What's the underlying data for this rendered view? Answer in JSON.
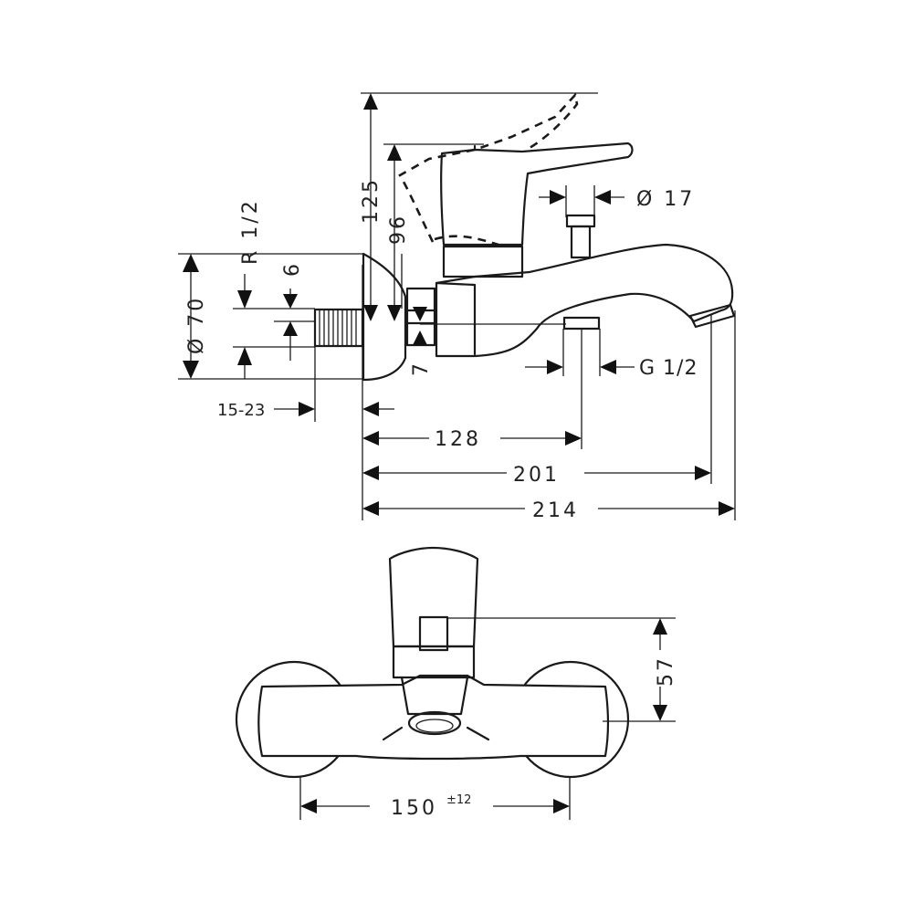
{
  "side_view": {
    "dims": {
      "height_lever_up": "125",
      "height_lever": "96",
      "diam_17": "Ø 17",
      "thread_r": "R 1/2",
      "dim_6": "6",
      "diam_70": "Ø 70",
      "dim_7": "7",
      "range_15_23": "15-23",
      "g_half": "G 1/2",
      "len_128": "128",
      "len_201": "201",
      "len_214": "214"
    }
  },
  "front_view": {
    "dims": {
      "height_57": "57",
      "centers_150": "150",
      "tolerance": "±12"
    }
  }
}
